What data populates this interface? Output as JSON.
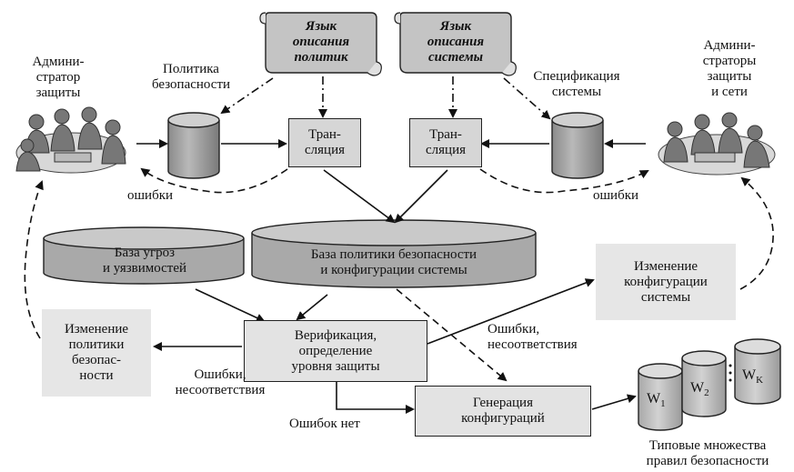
{
  "scrolls": {
    "policy_lang": [
      "Язык",
      "описания",
      "политик"
    ],
    "system_lang": [
      "Язык",
      "описания",
      "системы"
    ]
  },
  "admin_left": [
    "Админи-",
    "стратор",
    "защиты"
  ],
  "admin_right": [
    "Админи-",
    "страторы",
    "защиты",
    "и сети"
  ],
  "policy_db_label": [
    "Политика",
    "безопасности"
  ],
  "spec_db_label": [
    "Спецификация",
    "системы"
  ],
  "translation": [
    "Тран-",
    "сляция"
  ],
  "errors_label": "ошибки",
  "threats_db": [
    "База угроз",
    "и уязвимостей"
  ],
  "policy_config_db": [
    "База политики безопасности",
    "и конфигурации системы"
  ],
  "verification": [
    "Верификация,",
    "определение",
    "уровня защиты"
  ],
  "change_policy": [
    "Изменение",
    "политики",
    "безопас-",
    "ности"
  ],
  "change_config": [
    "Изменение",
    "конфигурации",
    "системы"
  ],
  "mismatch_errors": [
    "Ошибки,",
    "несоответствия"
  ],
  "generation": [
    "Генерация",
    "конфигураций"
  ],
  "no_errors": "Ошибок нет",
  "sets": {
    "w1": "W",
    "w1_sub": "1",
    "w2": "W",
    "w2_sub": "2",
    "wk": "W",
    "wk_sub": "K",
    "caption": [
      "Типовые множества",
      "правил безопасности"
    ]
  }
}
